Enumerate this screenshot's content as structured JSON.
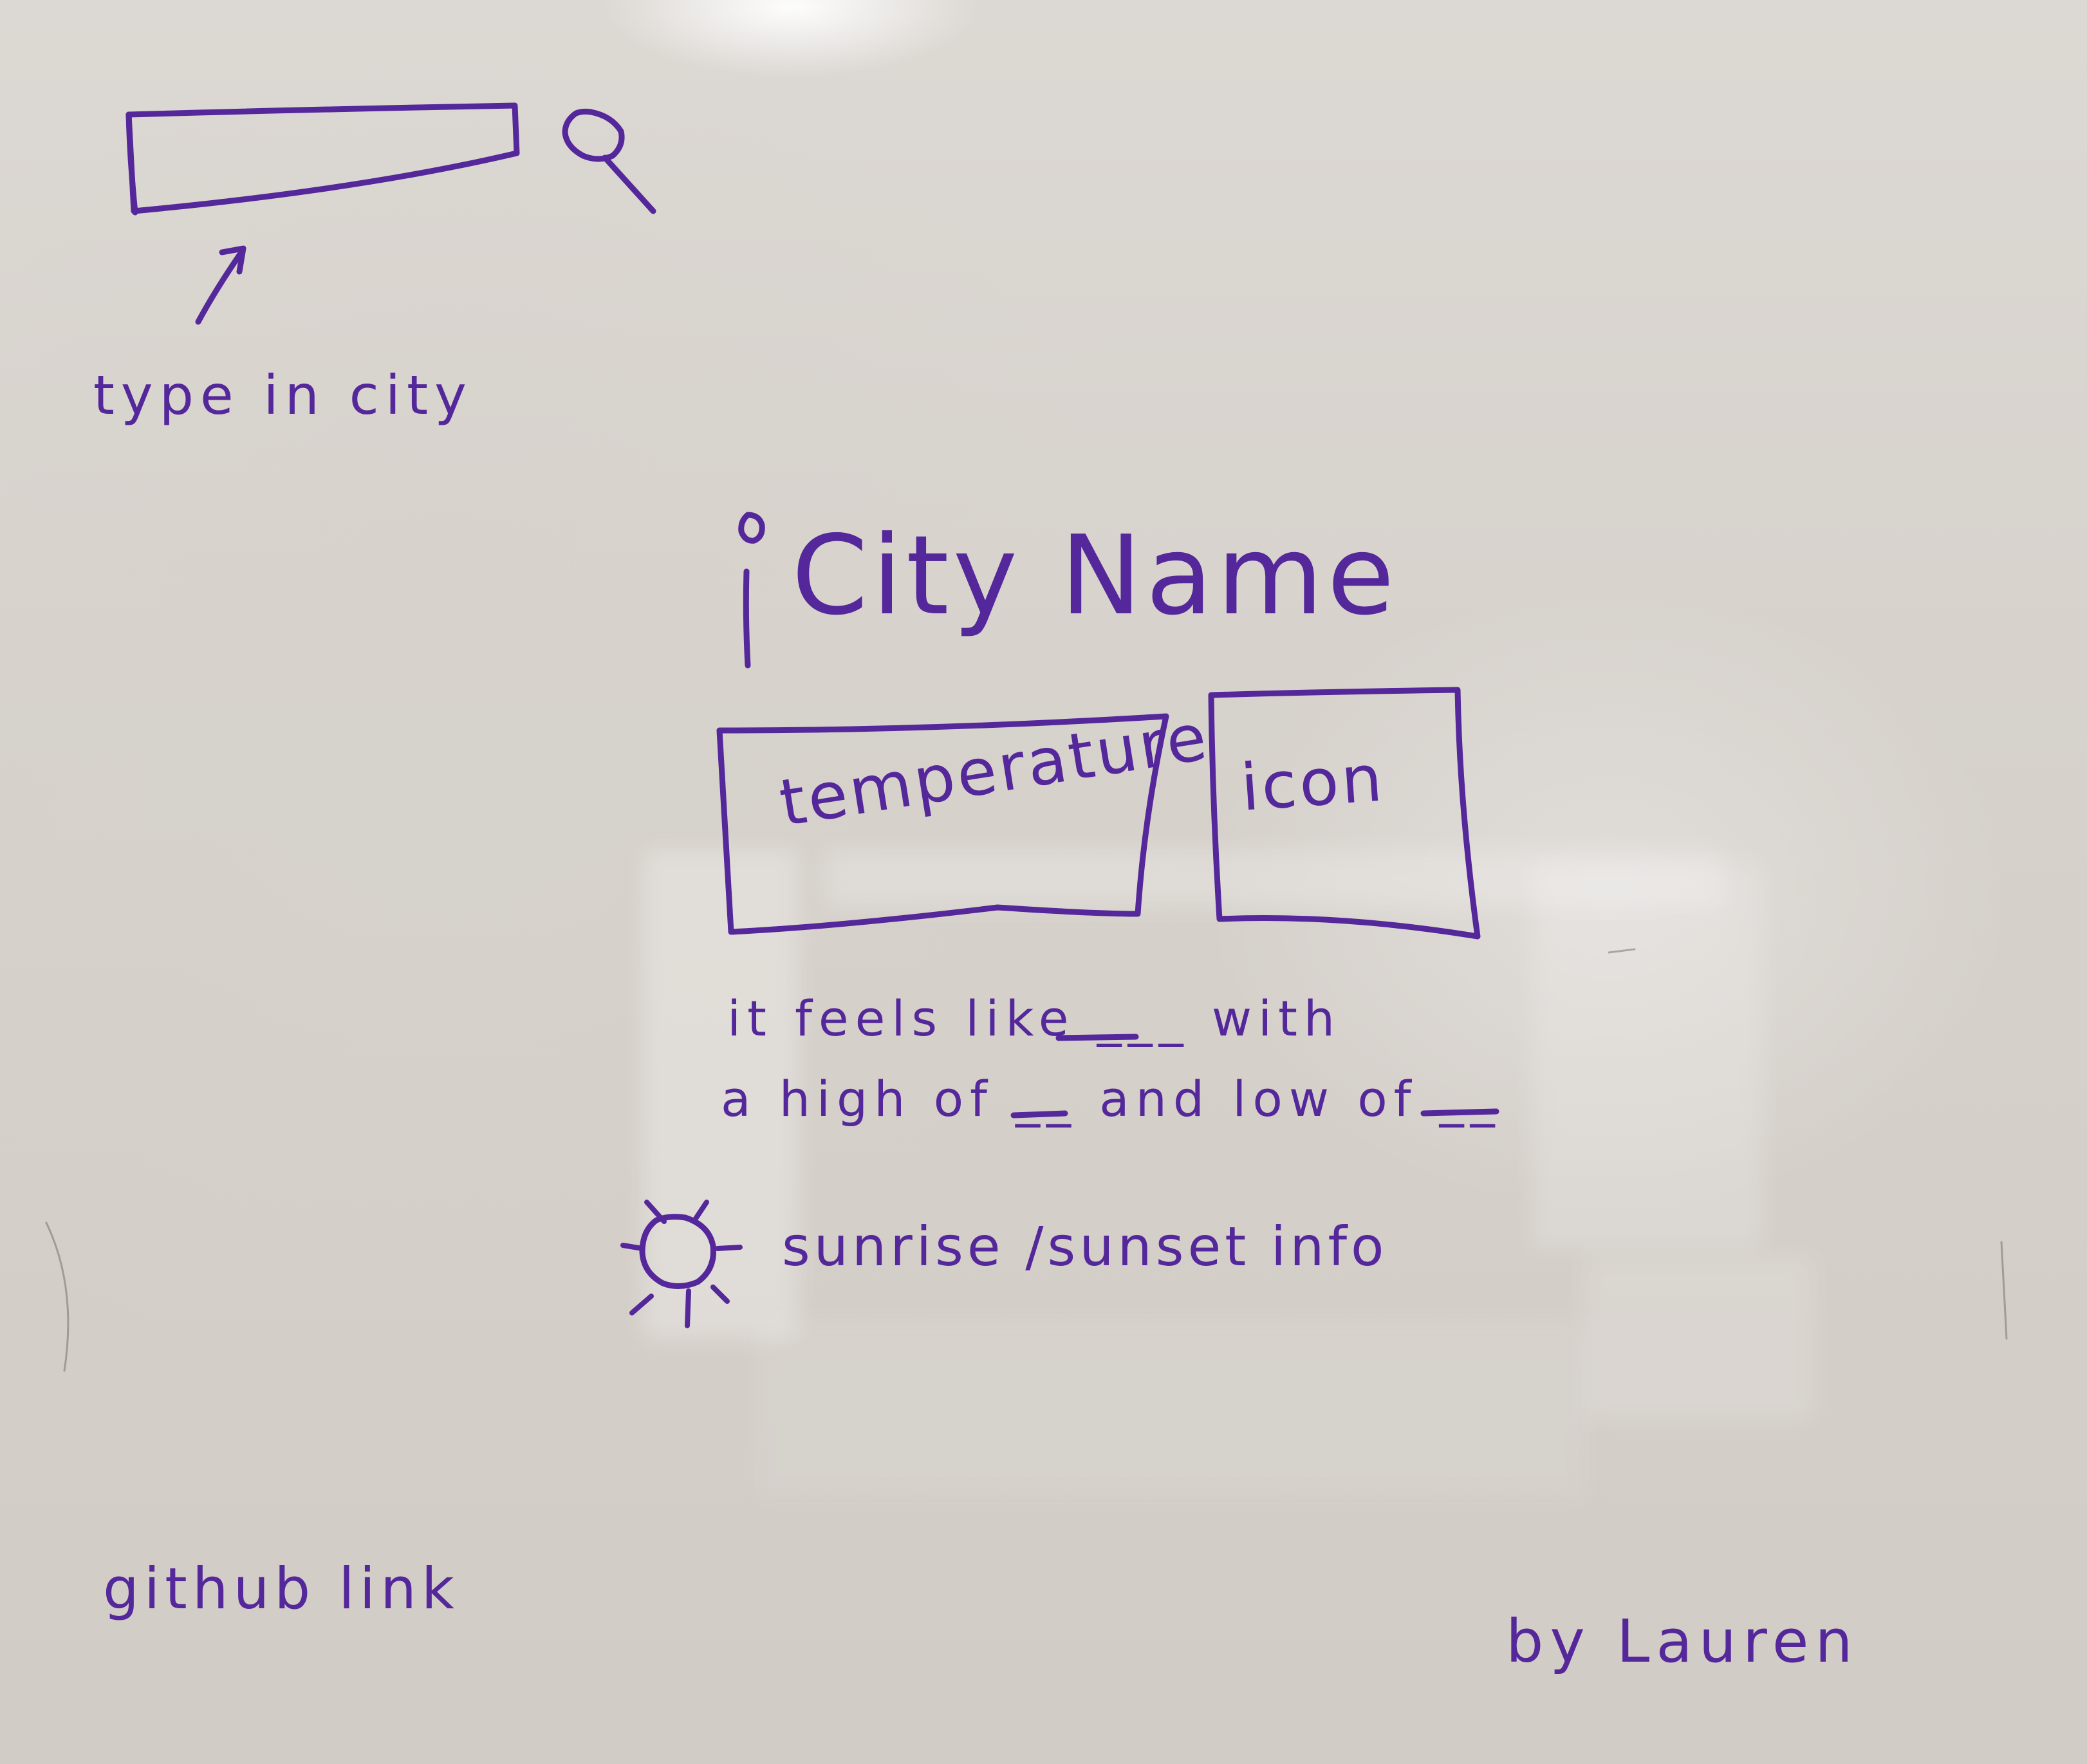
{
  "whiteboard": {
    "search_box": {
      "annotation": "type in city"
    },
    "city_name": "City Name",
    "temperature_box_label": "temperature",
    "icon_box_label": "icon",
    "feels_like_line1": "it feels like ___ with",
    "feels_like_line2": "a high of __ and low of __",
    "sun_info": "sunrise /sunset info",
    "github_link": "github link",
    "byline": "by Lauren"
  },
  "colors": {
    "marker_ink": "#54279b",
    "board": "#d9d4cf"
  }
}
